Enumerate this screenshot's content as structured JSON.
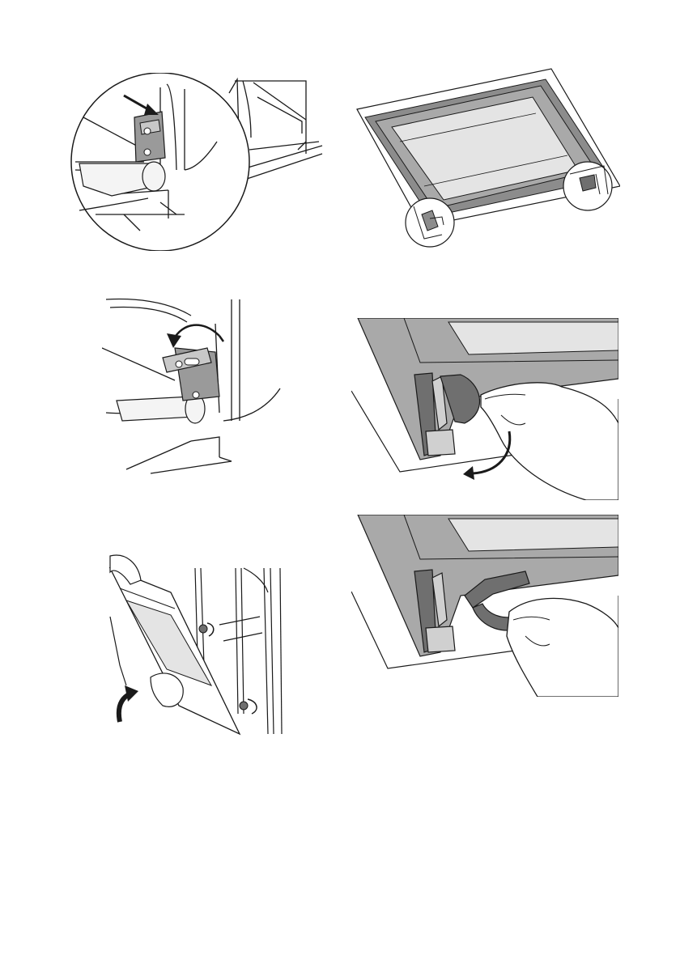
{
  "figures": [
    {
      "id": "fig-1",
      "icon": "hinge-lock-arrow-illustration"
    },
    {
      "id": "fig-2",
      "icon": "door-glass-panel-illustration"
    },
    {
      "id": "fig-3",
      "icon": "hinge-lever-rotate-illustration"
    },
    {
      "id": "fig-4",
      "icon": "clip-release-hand-illustration"
    },
    {
      "id": "fig-5",
      "icon": "door-lift-off-illustration"
    },
    {
      "id": "fig-6",
      "icon": "clip-remove-hand-illustration"
    }
  ],
  "colors": {
    "line": "#1a1a1a",
    "panel_dark": "#8c8c8c",
    "panel_mid": "#a9a9a9",
    "panel_light": "#d6d6d6",
    "glass": "#e4e4e4",
    "clip_light": "#d0d0d0",
    "clip_dark": "#6f6f6f"
  }
}
